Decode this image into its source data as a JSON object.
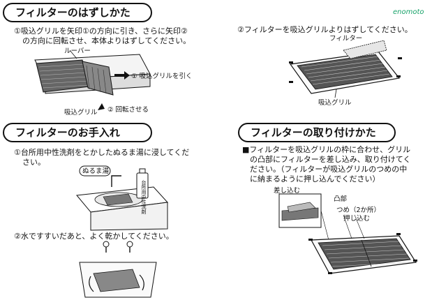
{
  "watermark": "enomoto",
  "sections": {
    "removal": {
      "title": "フィルターのはずしかた",
      "step1_line1": "①吸込グリルを矢印①の方向に引き、さらに矢印②",
      "step1_line2": "の方向に回転させ、本体よりはずしてください。",
      "label_louver": "ルーバー",
      "label_pull": "① 吸込グリルを引く",
      "label_grill": "吸込グリル",
      "label_rotate": "② 回転させる",
      "step2": "②フィルターを吸込グリルよりはずしてください。",
      "label_filter": "フィルター",
      "label_grill2": "吸込グリル"
    },
    "care": {
      "title": "フィルターのお手入れ",
      "step1_line1": "①台所用中性洗剤をとかしたぬるま湯に浸してくだ",
      "step1_line2": "さい。",
      "label_warm_water": "ぬるま湯",
      "label_detergent": "台所用中性洗剤",
      "step2": "②水ですすいだあと、よく乾かしてください。"
    },
    "install": {
      "title": "フィルターの取り付けかた",
      "line1": "■フィルターを吸込グリルの枠に合わせ、グリル",
      "line2": "の凸部にフィルターを差し込み、取り付けてく",
      "line3": "ださい。（フィルターが吸込グリルのつめの中",
      "line4": "に納まるように押し込んでください）",
      "label_insert": "差し込む",
      "label_protrusion": "凸部",
      "label_claws": "つめ（2か所）",
      "label_push": "押し込む"
    }
  }
}
